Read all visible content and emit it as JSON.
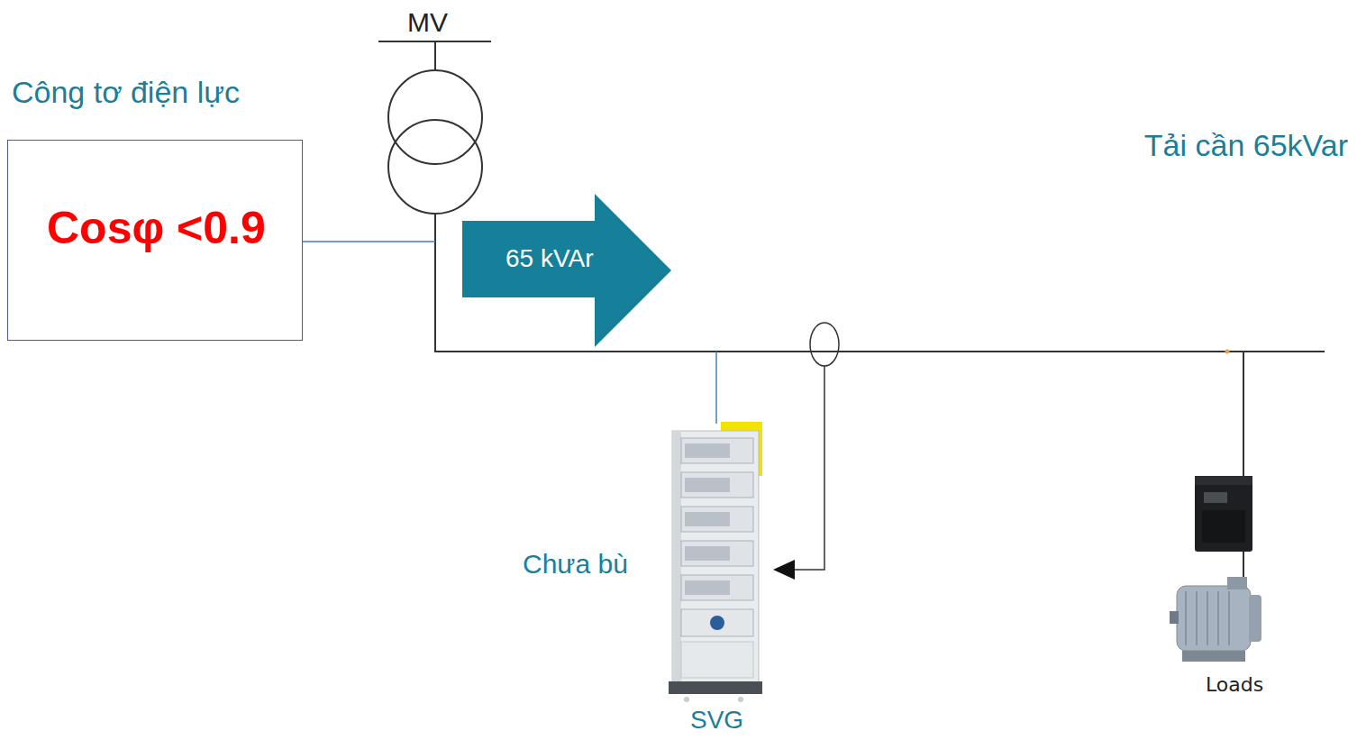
{
  "diagram": {
    "nodes": [
      {
        "text": [
          "Công tơ điện lực",
          "Cosφ <0.9"
        ]
      },
      {
        "text": [
          "65 kVAr"
        ]
      }
    ],
    "labels": [
      "MV",
      "Tải cần 65kVar",
      "Chưa bù",
      "SVG",
      "Loads"
    ]
  }
}
